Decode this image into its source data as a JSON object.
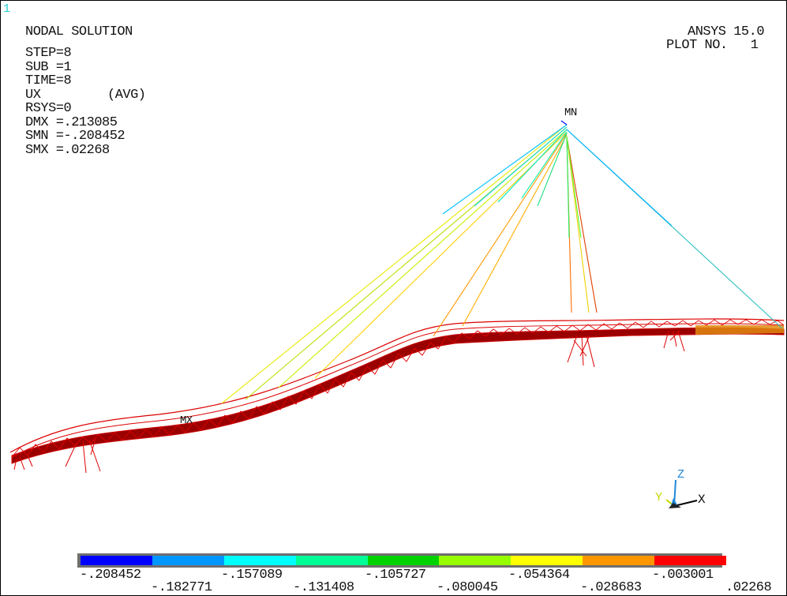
{
  "window_number": "1",
  "title": "NODAL SOLUTION",
  "product": "ANSYS 15.0",
  "plot_no": "PLOT NO.   1",
  "info": {
    "step": "STEP=8",
    "sub": "SUB =1",
    "time": "TIME=8",
    "component": "UX",
    "avg": "(AVG)",
    "rsys": "RSYS=0",
    "dmx": "DMX =.213085",
    "smn": "SMN =-.208452",
    "smx": "SMX =.02268"
  },
  "markers": {
    "min": "MN",
    "max": "MX"
  },
  "triad": {
    "x": "X",
    "y": "Y",
    "z": "Z"
  },
  "legend": {
    "colors": [
      "#0000ff",
      "#0096ff",
      "#00ffff",
      "#00ff96",
      "#00d200",
      "#96ff00",
      "#ffff00",
      "#ff9600",
      "#ff0000"
    ],
    "upper_labels": [
      "-.208452",
      "-.157089",
      "-.105727",
      "-.054364",
      "-.003001"
    ],
    "lower_labels": [
      "-.182771",
      "-.131408",
      "-.080045",
      "-.028683",
      ".02268"
    ]
  }
}
